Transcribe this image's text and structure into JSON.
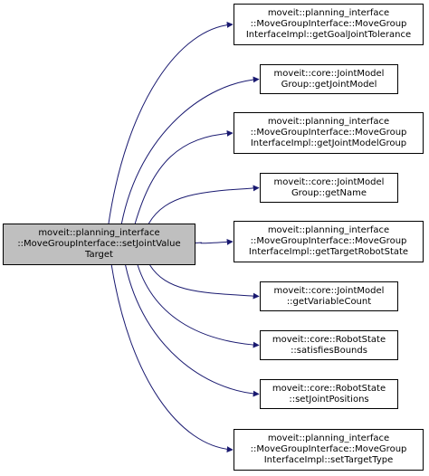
{
  "root": {
    "lines": [
      "moveit::planning_interface",
      "::MoveGroupInterface::setJointValue",
      "Target"
    ]
  },
  "callees": [
    {
      "lines": [
        "moveit::planning_interface",
        "::MoveGroupInterface::MoveGroup",
        "InterfaceImpl::getGoalJointTolerance"
      ]
    },
    {
      "lines": [
        "moveit::core::JointModel",
        "Group::getJointModel"
      ]
    },
    {
      "lines": [
        "moveit::planning_interface",
        "::MoveGroupInterface::MoveGroup",
        "InterfaceImpl::getJointModelGroup"
      ]
    },
    {
      "lines": [
        "moveit::core::JointModel",
        "Group::getName"
      ]
    },
    {
      "lines": [
        "moveit::planning_interface",
        "::MoveGroupInterface::MoveGroup",
        "InterfaceImpl::getTargetRobotState"
      ]
    },
    {
      "lines": [
        "moveit::core::JointModel",
        "::getVariableCount"
      ]
    },
    {
      "lines": [
        "moveit::core::RobotState",
        "::satisfiesBounds"
      ]
    },
    {
      "lines": [
        "moveit::core::RobotState",
        "::setJointPositions"
      ]
    },
    {
      "lines": [
        "moveit::planning_interface",
        "::MoveGroupInterface::MoveGroup",
        "InterfaceImpl::setTargetType"
      ]
    }
  ],
  "colors": {
    "edge": "#191970",
    "root_fill": "#bfbfbf",
    "node_border": "#000000"
  }
}
